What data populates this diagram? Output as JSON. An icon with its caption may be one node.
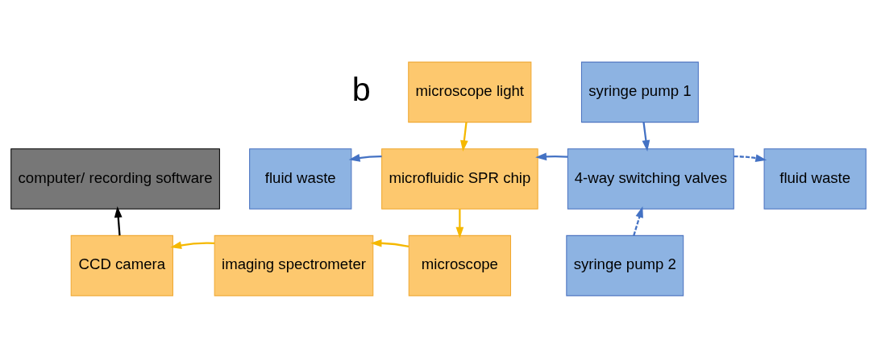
{
  "diagram": {
    "nodes": [
      {
        "text": [
          "microscope light"
        ]
      },
      {
        "text": [
          "syringe pump 1"
        ]
      },
      {
        "text": [
          "computer/ recording software"
        ]
      },
      {
        "text": [
          "fluid waste"
        ]
      },
      {
        "text": [
          "microfluidic SPR chip"
        ]
      },
      {
        "text": [
          "4-way switching valves"
        ]
      },
      {
        "text": [
          "fluid waste"
        ]
      },
      {
        "text": [
          "syringe pump 2"
        ]
      },
      {
        "text": [
          "CCD camera"
        ]
      },
      {
        "text": [
          "imaging spectrometer"
        ]
      },
      {
        "text": [
          "microscope"
        ]
      }
    ],
    "edges": [
      {
        "from": 0,
        "to": 4,
        "arrow": "to",
        "color": "#f5b800"
      },
      {
        "from": 1,
        "to": 5,
        "arrow": "to"
      },
      {
        "from": 4,
        "to": 3,
        "arrow": "to"
      },
      {
        "from": 5,
        "to": 4,
        "arrow": "to"
      },
      {
        "from": 5,
        "to": 6,
        "arrow": "to",
        "style": "dashed"
      },
      {
        "from": 7,
        "to": 5,
        "arrow": "to",
        "style": "dashed"
      },
      {
        "from": 4,
        "to": 10,
        "arrow": "to",
        "color": "#f5b800"
      },
      {
        "from": 10,
        "to": 9,
        "arrow": "to",
        "color": "#f5b800"
      },
      {
        "from": 9,
        "to": 8,
        "arrow": "to",
        "color": "#f5b800"
      },
      {
        "from": 8,
        "to": 2,
        "arrow": "to",
        "color": "#000000"
      }
    ],
    "labels": [
      "b"
    ]
  }
}
